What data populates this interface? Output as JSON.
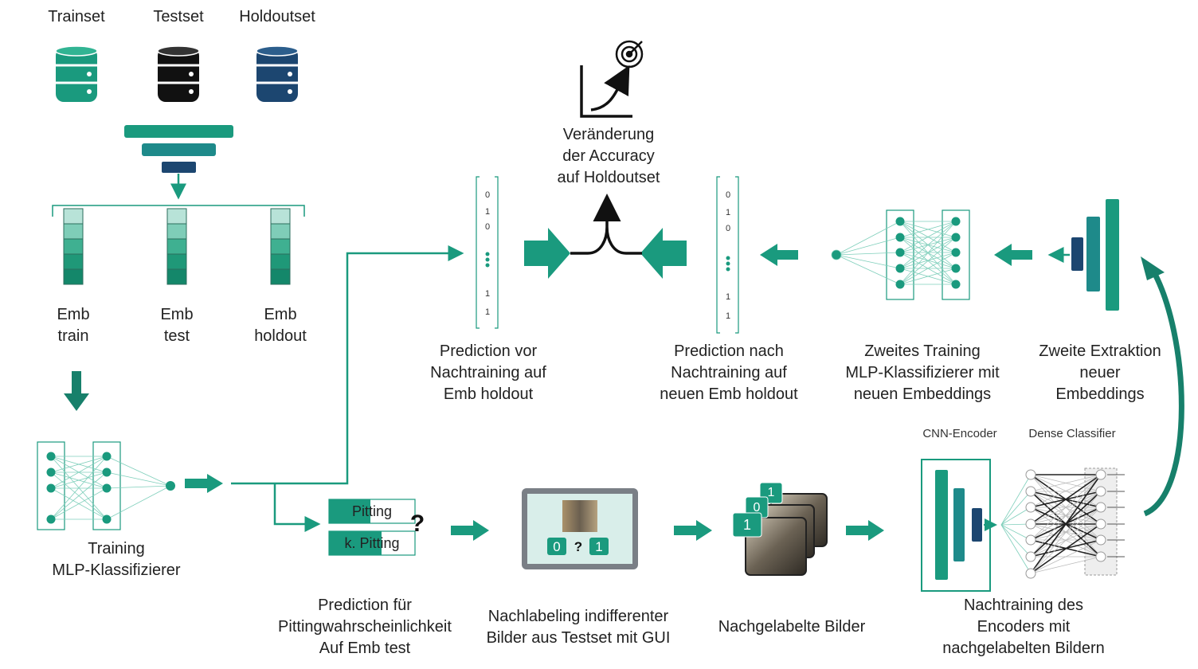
{
  "colors": {
    "teal": "#1a9a7e",
    "teal_dark": "#17806b",
    "navy": "#1c4670",
    "black": "#111111"
  },
  "datasets": {
    "train": "Trainset",
    "test": "Testset",
    "holdout": "Holdoutset"
  },
  "embeddings": {
    "train": [
      "Emb",
      "train"
    ],
    "test": [
      "Emb",
      "test"
    ],
    "holdout": [
      "Emb",
      "holdout"
    ]
  },
  "training": [
    "Training",
    "MLP-Klassifizierer"
  ],
  "prediction_test": [
    "Prediction für",
    "Pittingwahrscheinlichkeit",
    "Auf Emb test"
  ],
  "prediction_chips": {
    "pitting": "Pitting",
    "no_pitting": "k. Pitting",
    "question": "?"
  },
  "relabel": [
    "Nachlabeling indifferenter",
    "Bilder aus Testset mit GUI"
  ],
  "gui": {
    "left": "0",
    "mid": "?",
    "right": "1"
  },
  "labeled_images": {
    "text": "Nachgelabelte Bilder",
    "card_labels": [
      "1",
      "0",
      "1"
    ]
  },
  "retrain": [
    "Nachtraining des",
    "Encoders mit",
    "nachgelabelten Bildern"
  ],
  "encoder_label": "CNN-Encoder",
  "classifier_label": "Dense Classifier",
  "extraction": [
    "Zweite Extraktion",
    "neuer",
    "Embeddings"
  ],
  "second_training": [
    "Zweites Training",
    "MLP-Klassifizierer mit",
    "neuen Embeddings"
  ],
  "pred_after": [
    "Prediction nach",
    "Nachtraining auf",
    "neuen Emb holdout"
  ],
  "pred_before": [
    "Prediction vor",
    "Nachtraining auf",
    "Emb holdout"
  ],
  "accuracy": [
    "Veränderung",
    "der Accuracy",
    "auf Holdoutset"
  ],
  "vector_before": {
    "top": [
      "0",
      "1",
      "0"
    ],
    "bottom": [
      "1",
      "1"
    ]
  },
  "vector_after": {
    "top": [
      "0",
      "1",
      "0"
    ],
    "bottom": [
      "1",
      "1"
    ]
  }
}
